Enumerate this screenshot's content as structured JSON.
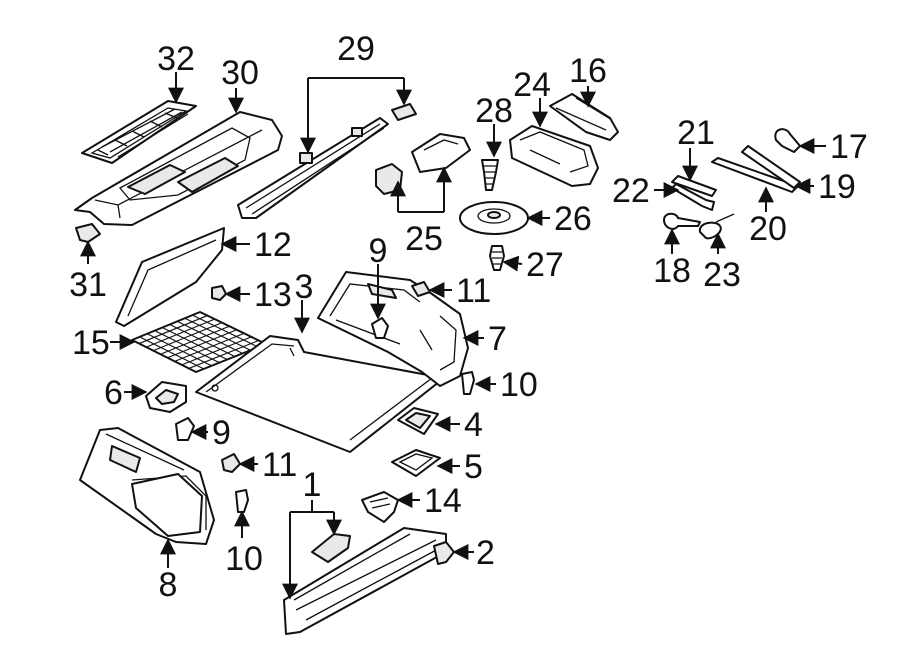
{
  "diagram": {
    "callouts": {
      "c1": "1",
      "c2": "2",
      "c3": "3",
      "c4": "4",
      "c5": "5",
      "c6": "6",
      "c7": "7",
      "c8": "8",
      "c9a": "9",
      "c9b": "9",
      "c10a": "10",
      "c10b": "10",
      "c11a": "11",
      "c11b": "11",
      "c12": "12",
      "c13": "13",
      "c14": "14",
      "c15": "15",
      "c16": "16",
      "c17": "17",
      "c18": "18",
      "c19": "19",
      "c20": "20",
      "c21": "21",
      "c22": "22",
      "c23": "23",
      "c24": "24",
      "c25": "25",
      "c26": "26",
      "c27": "27",
      "c28": "28",
      "c29": "29",
      "c30": "30",
      "c31": "31",
      "c32": "32"
    }
  }
}
